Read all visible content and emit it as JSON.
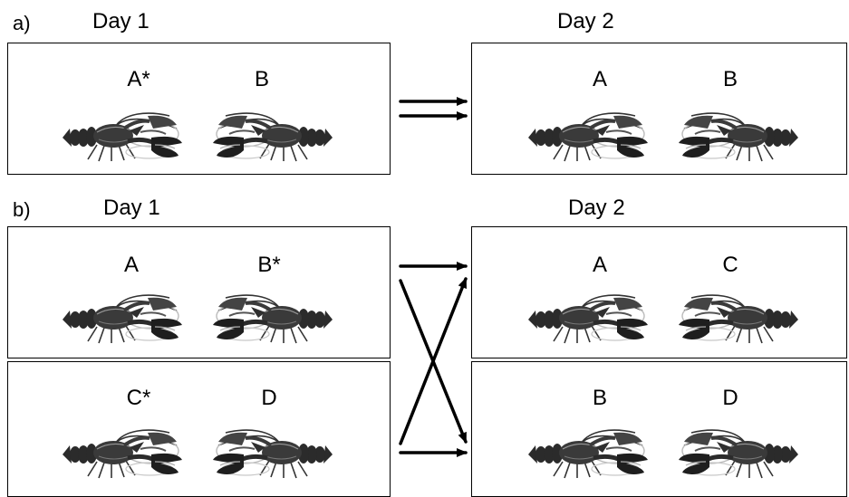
{
  "panels": [
    {
      "label": "a)",
      "day1_title": "Day 1",
      "day2_title": "Day 2",
      "day1_boxes": [
        [
          "A*",
          "B"
        ]
      ],
      "day2_boxes": [
        [
          "A",
          "B"
        ]
      ]
    },
    {
      "label": "b)",
      "day1_title": "Day 1",
      "day2_title": "Day 2",
      "day1_boxes": [
        [
          "A",
          "B*"
        ],
        [
          "C*",
          "D"
        ]
      ],
      "day2_boxes": [
        [
          "A",
          "C"
        ],
        [
          "B",
          "D"
        ]
      ]
    }
  ],
  "icons": {
    "animal": "lobster-icon",
    "arrow": "arrow-right-icon"
  }
}
